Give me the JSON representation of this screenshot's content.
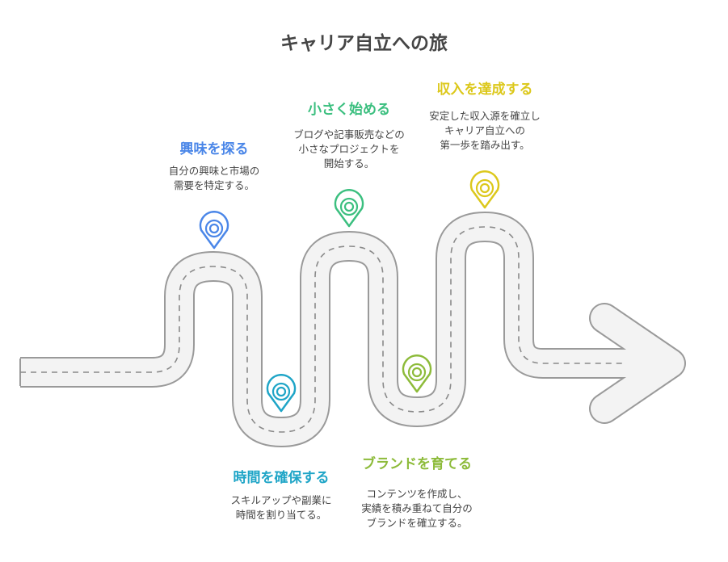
{
  "title": "キャリア自立への旅",
  "steps": [
    {
      "title": "興味を探る",
      "desc": "自分の興味と市場の\n需要を特定する。",
      "color": "#4a86e8"
    },
    {
      "title": "時間を確保する",
      "desc": "スキルアップや副業に\n時間を割り当てる。",
      "color": "#1fa5c7"
    },
    {
      "title": "小さく始める",
      "desc": "ブログや記事販売などの\n小さなプロジェクトを\n開始する。",
      "color": "#3bbf7f"
    },
    {
      "title": "ブランドを育てる",
      "desc": "コンテンツを作成し、\n実績を積み重ねて自分の\nブランドを確立する。",
      "color": "#8dbb3a"
    },
    {
      "title": "収入を達成する",
      "desc": "安定した収入源を確立し\nキャリア自立への\n第一歩を踏み出す。",
      "color": "#dcc81b"
    }
  ]
}
